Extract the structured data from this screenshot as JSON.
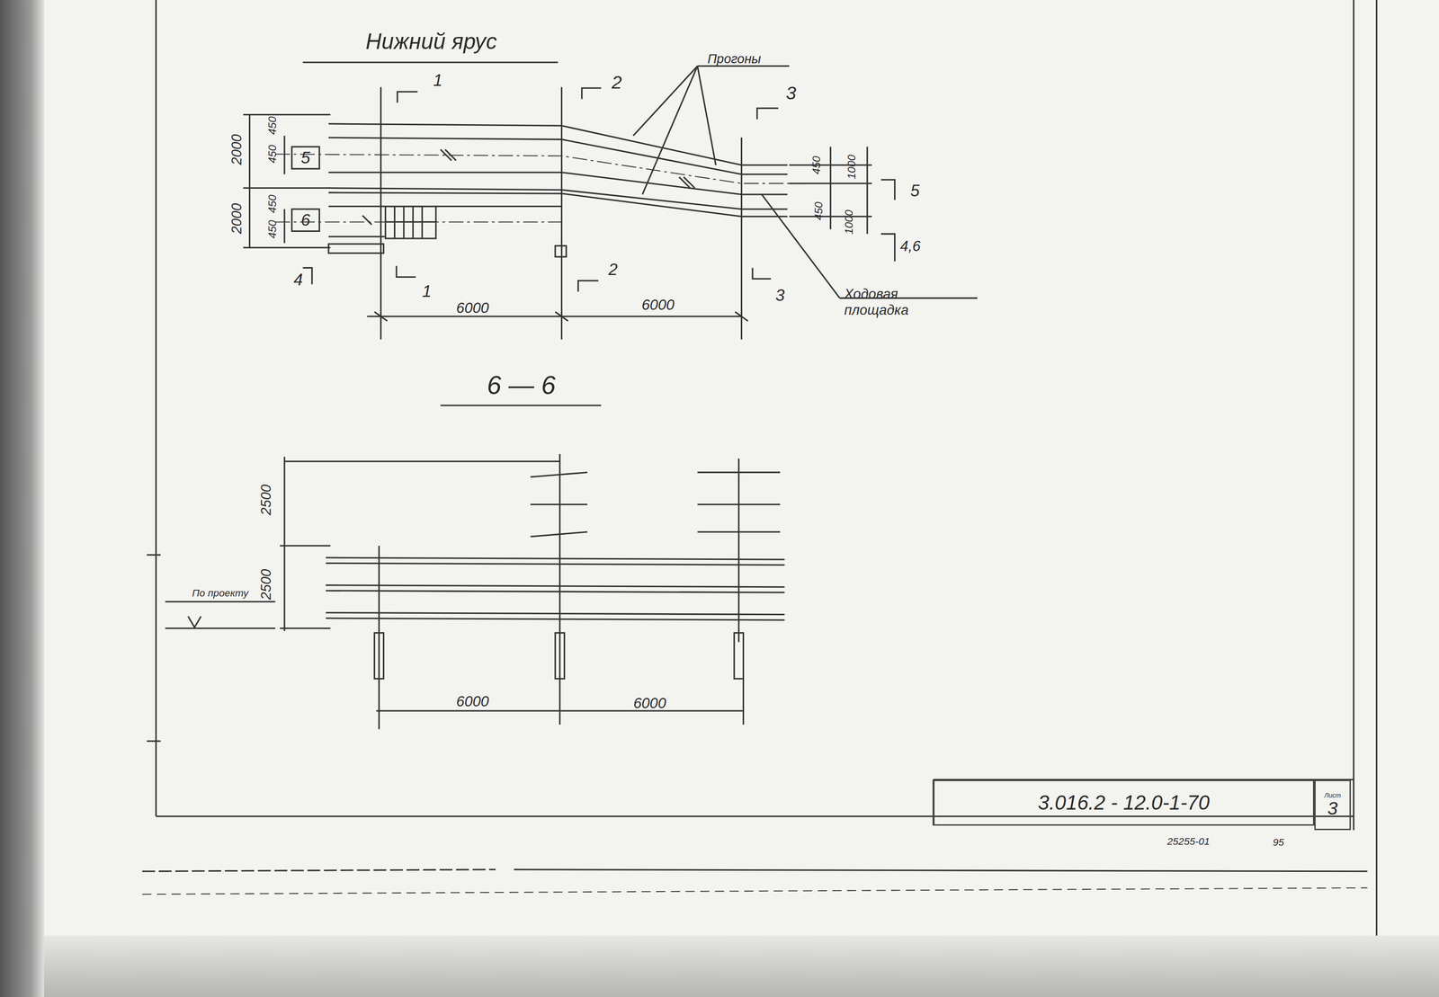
{
  "diagram": {
    "title": "Нижний ярус",
    "nodes": [
      {
        "text": [
          "3.016.2 - 12.0-1-70"
        ]
      },
      {
        "text": [
          "Лист",
          "3"
        ]
      }
    ],
    "labels": [
      "Прогоны",
      "1",
      "2",
      "3",
      "2000",
      "450",
      "450",
      "5",
      "2000",
      "450",
      "450",
      "6",
      "4",
      "1",
      "2",
      "3",
      "6000",
      "6000",
      "450",
      "1000",
      "5",
      "450",
      "1000",
      "4,6",
      "Ходовая площадка",
      "6 — 6",
      "2500",
      "2500",
      "По проекту",
      "6000",
      "6000",
      "25255-01",
      "95"
    ]
  }
}
